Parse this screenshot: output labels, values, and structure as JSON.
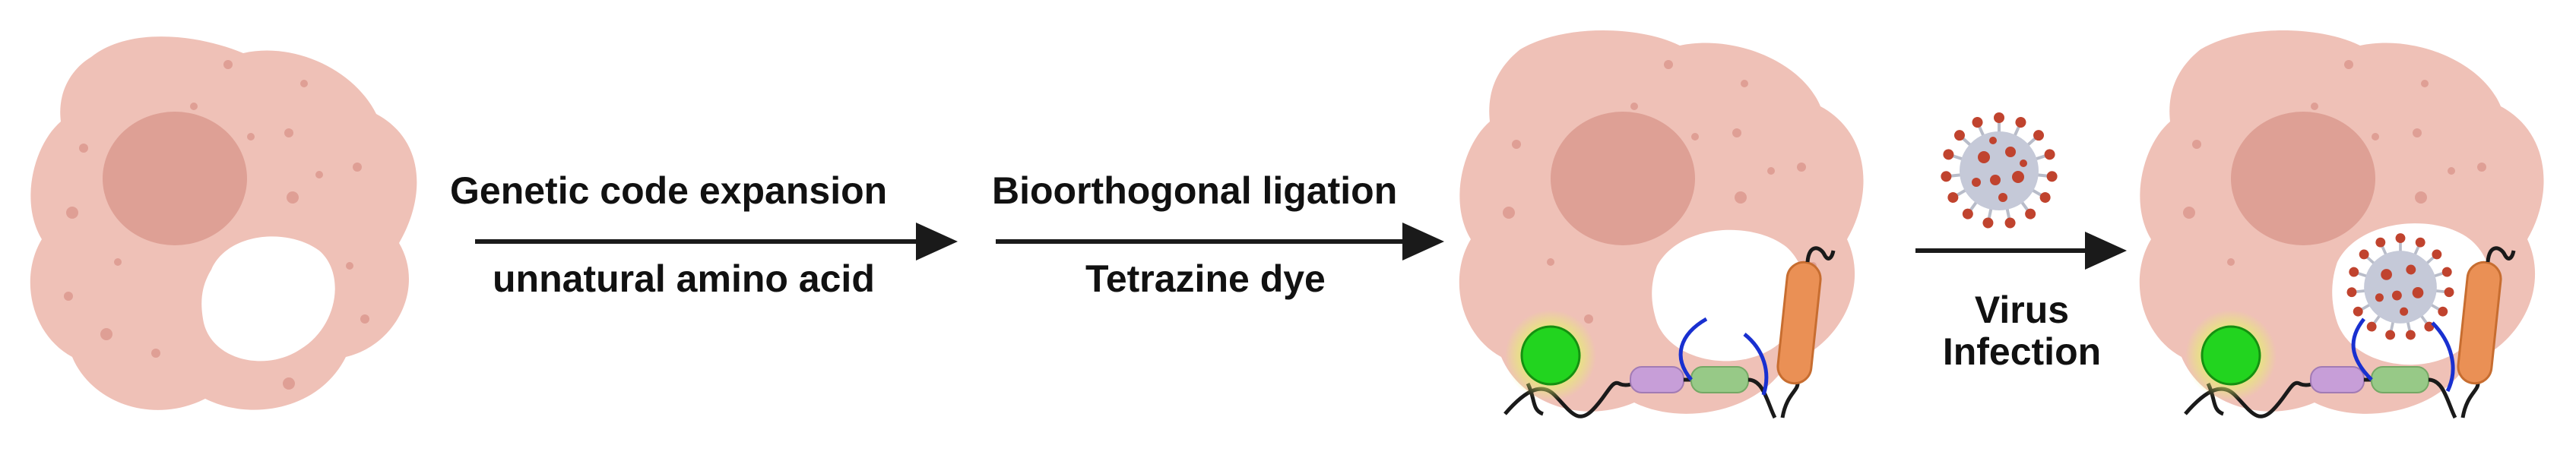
{
  "steps": {
    "step1": {
      "top_label": "Genetic code expansion",
      "bottom_label": "unnatural amino acid"
    },
    "step2": {
      "top_label": "Bioorthogonal ligation",
      "bottom_label": "Tetrazine dye"
    },
    "step3": {
      "label_line1": "Virus",
      "label_line2": "Infection"
    }
  },
  "colors": {
    "cell_fill": "#efc1b7",
    "nucleus_fill": "#dea095",
    "dot_fill": "#df9f95",
    "arrow": "#1a1a1a",
    "dye_green": "#22d41f",
    "dye_glow": "#e4f36a",
    "domain_purple": "#c79ed8",
    "domain_green": "#97c987",
    "linker_blue": "#1930d0",
    "tm_orange": "#ea9055",
    "virus_red": "#c0432e",
    "virus_grey": "#c5c9d8"
  },
  "icons": [
    "cell-icon",
    "arrow-right-icon",
    "virus-icon",
    "fluorescent-dye-icon",
    "membrane-protein-icon"
  ]
}
